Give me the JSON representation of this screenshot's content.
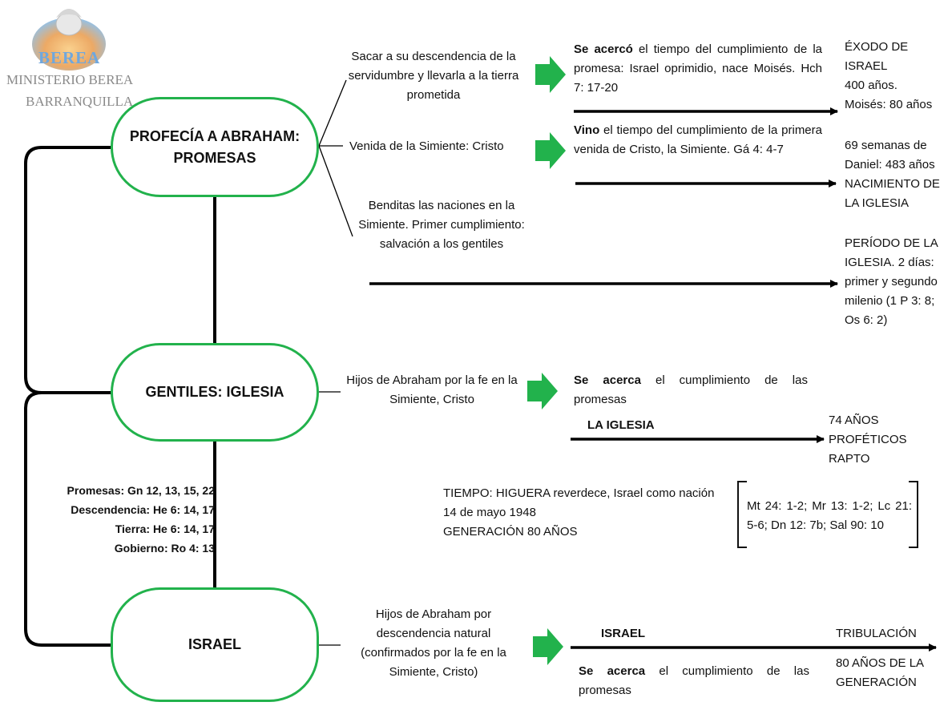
{
  "logo": {
    "name": "BEREA",
    "line1": "MINISTERIO BEREA",
    "line2": "BARRANQUILLA"
  },
  "nodes": {
    "abraham": "PROFECÍA A ABRAHAM: PROMESAS",
    "gentiles": "GENTILES: IGLESIA",
    "israel": "ISRAEL"
  },
  "promises": {
    "p1": {
      "text": "Sacar a su descendencia de la servidumbre y llevarla a la tierra prometida"
    },
    "p1_fulfil": {
      "bold": "Se acercó",
      "rest": " el tiempo del cumplimiento de la promesa: Israel oprimidio, nace Moisés. Hch 7: 17-20"
    },
    "p1_end": [
      "ÉXODO DE ISRAEL",
      "400 años.",
      "Moisés: 80 años"
    ],
    "p2": {
      "text": "Venida de la Simiente: Cristo"
    },
    "p2_fulfil": {
      "bold": "Vino",
      "rest": " el tiempo del cumplimiento de la primera venida de Cristo, la Simiente. Gá 4: 4-7"
    },
    "p2_end": [
      "69 semanas de",
      "Daniel: 483 años",
      "NACIMIENTO DE",
      "LA IGLESIA"
    ],
    "p3": {
      "text": "Benditas las naciones en la Simiente. Primer cumplimiento: salvación a los gentiles"
    },
    "p3_end": [
      "PERÍODO DE LA",
      "IGLESIA. 2 días:",
      "primer y segundo",
      "milenio (1 P 3: 8;",
      "Os 6: 2)"
    ]
  },
  "gentiles": {
    "desc": "Hijos de Abraham por la fe en la Simiente, Cristo",
    "fulfil_bold": "Se acerca",
    "fulfil_rest": " el cumplimiento de las promesas",
    "line_label": "LA IGLESIA",
    "end": [
      "74 AÑOS",
      "PROFÉTICOS",
      "RAPTO"
    ]
  },
  "refs": [
    "Promesas: Gn 12, 13, 15, 22",
    "Descendencia: He 6: 14, 17",
    "Tierra: He 6: 14, 17",
    "Gobierno: Ro 4: 13"
  ],
  "time": {
    "lines": [
      "TIEMPO: HIGUERA reverdece, Israel como nación",
      "14 de mayo 1948",
      "GENERACIÓN 80 AÑOS"
    ],
    "verses": "Mt 24: 1-2; Mr 13: 1-2; Lc 21: 5-6; Dn 12: 7b; Sal 90: 10"
  },
  "israel": {
    "desc": "Hijos de Abraham por descendencia natural (confirmados por la fe en la Simiente, Cristo)",
    "line_label": "ISRAEL",
    "fulfil_bold": "Se acerca",
    "fulfil_rest": " el cumplimiento de las promesas",
    "end": [
      "TRIBULACIÓN",
      "80 AÑOS DE LA",
      "GENERACIÓN"
    ]
  },
  "colors": {
    "accent": "#22b24c",
    "line": "#000000",
    "logo_gray": "#8a8a8a"
  }
}
